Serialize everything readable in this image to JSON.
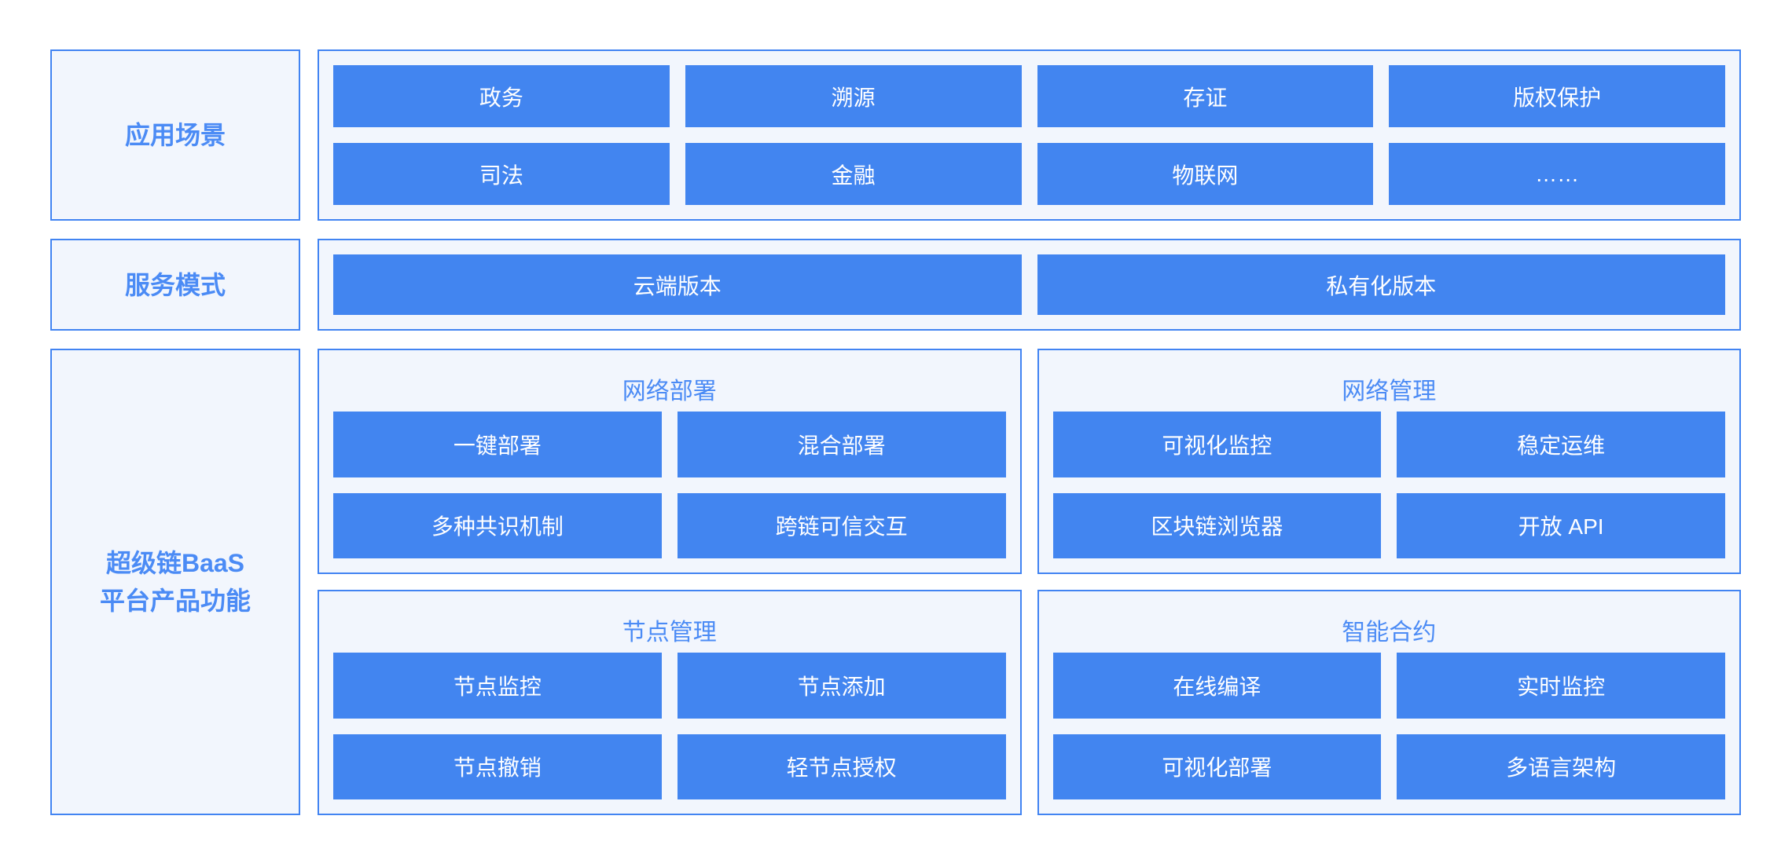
{
  "colors": {
    "border_blue": "#4284f2",
    "chip_blue": "#4285f0",
    "label_text_blue": "#4b8bf5",
    "panel_bg": "#f2f6fd",
    "chip_text": "#ffffff",
    "page_bg": "#ffffff"
  },
  "rows": [
    {
      "label": "应用场景",
      "buttons": [
        "政务",
        "溯源",
        "存证",
        "版权保护",
        "司法",
        "金融",
        "物联网",
        "……"
      ]
    },
    {
      "label": "服务模式",
      "buttons": [
        "云端版本",
        "私有化版本"
      ]
    },
    {
      "label_line1": "超级链BaaS",
      "label_line2": "平台产品功能",
      "panels": [
        {
          "title": "网络部署",
          "buttons": [
            "一键部署",
            "混合部署",
            "多种共识机制",
            "跨链可信交互"
          ]
        },
        {
          "title": "网络管理",
          "buttons": [
            "可视化监控",
            "稳定运维",
            "区块链浏览器",
            "开放 API"
          ]
        },
        {
          "title": "节点管理",
          "buttons": [
            "节点监控",
            "节点添加",
            "节点撤销",
            "轻节点授权"
          ]
        },
        {
          "title": "智能合约",
          "buttons": [
            "在线编译",
            "实时监控",
            "可视化部署",
            "多语言架构"
          ]
        }
      ]
    }
  ]
}
